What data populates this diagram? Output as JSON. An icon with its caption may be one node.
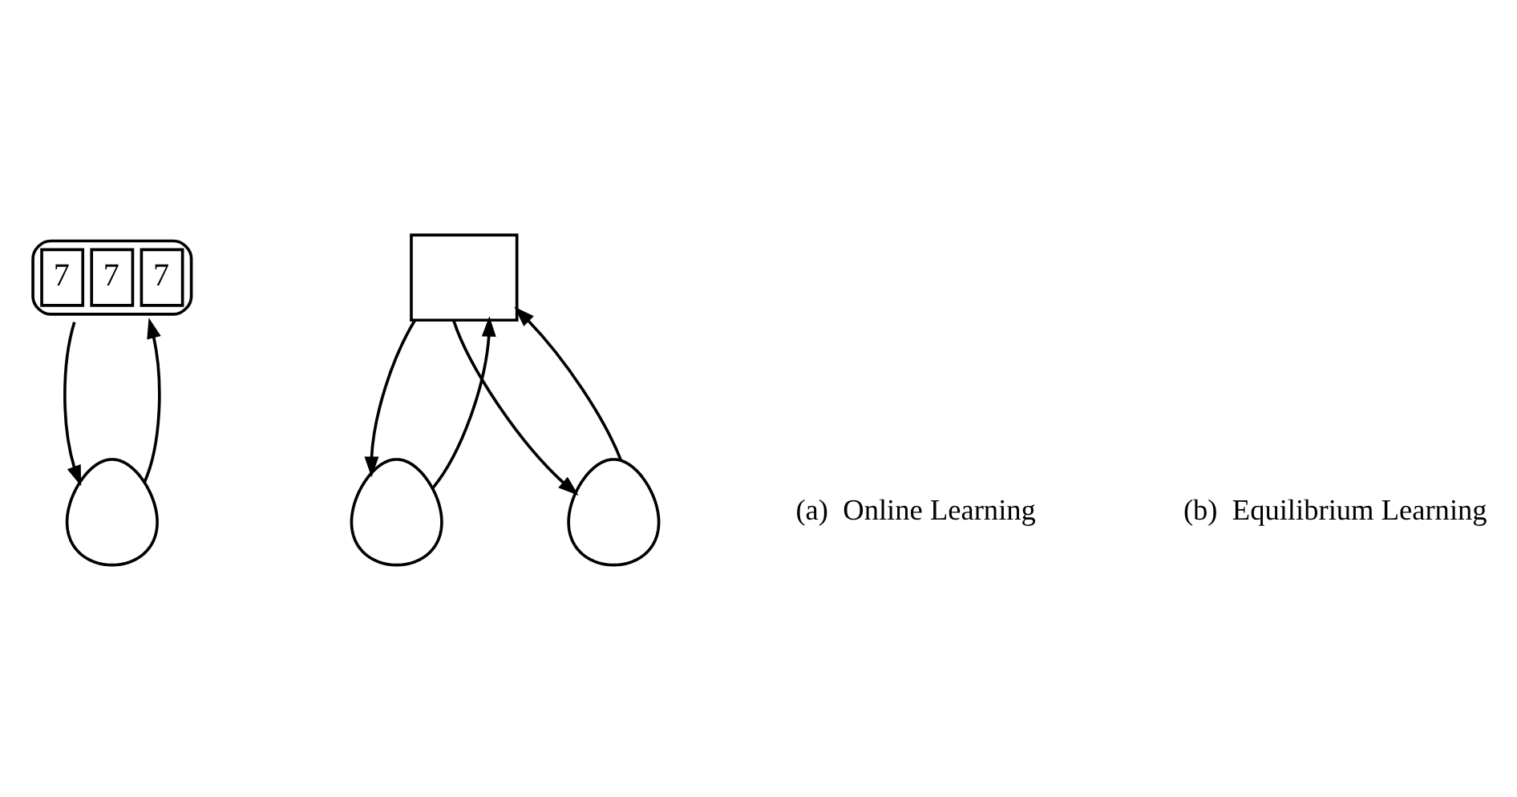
{
  "diagram": {
    "nodes": [
      {
        "text": [
          "7",
          "7",
          "7"
        ]
      },
      {
        "text": [],
        "shape": "person"
      },
      {
        "text": [],
        "shape": "chart"
      },
      {
        "text": [],
        "shape": "person"
      },
      {
        "text": [],
        "shape": "person"
      }
    ],
    "edges": [
      {
        "from": 1,
        "to": 0,
        "arrow": "to"
      },
      {
        "from": 0,
        "to": 1,
        "arrow": "to"
      },
      {
        "from": 3,
        "to": 2,
        "arrow": "to"
      },
      {
        "from": 2,
        "to": 3,
        "arrow": "to"
      },
      {
        "from": 2,
        "to": 4,
        "arrow": "to"
      },
      {
        "from": 4,
        "to": 2,
        "arrow": "to"
      }
    ],
    "labels": [
      "(a)  Online Learning",
      "(b)  Equilibrium Learning"
    ]
  }
}
